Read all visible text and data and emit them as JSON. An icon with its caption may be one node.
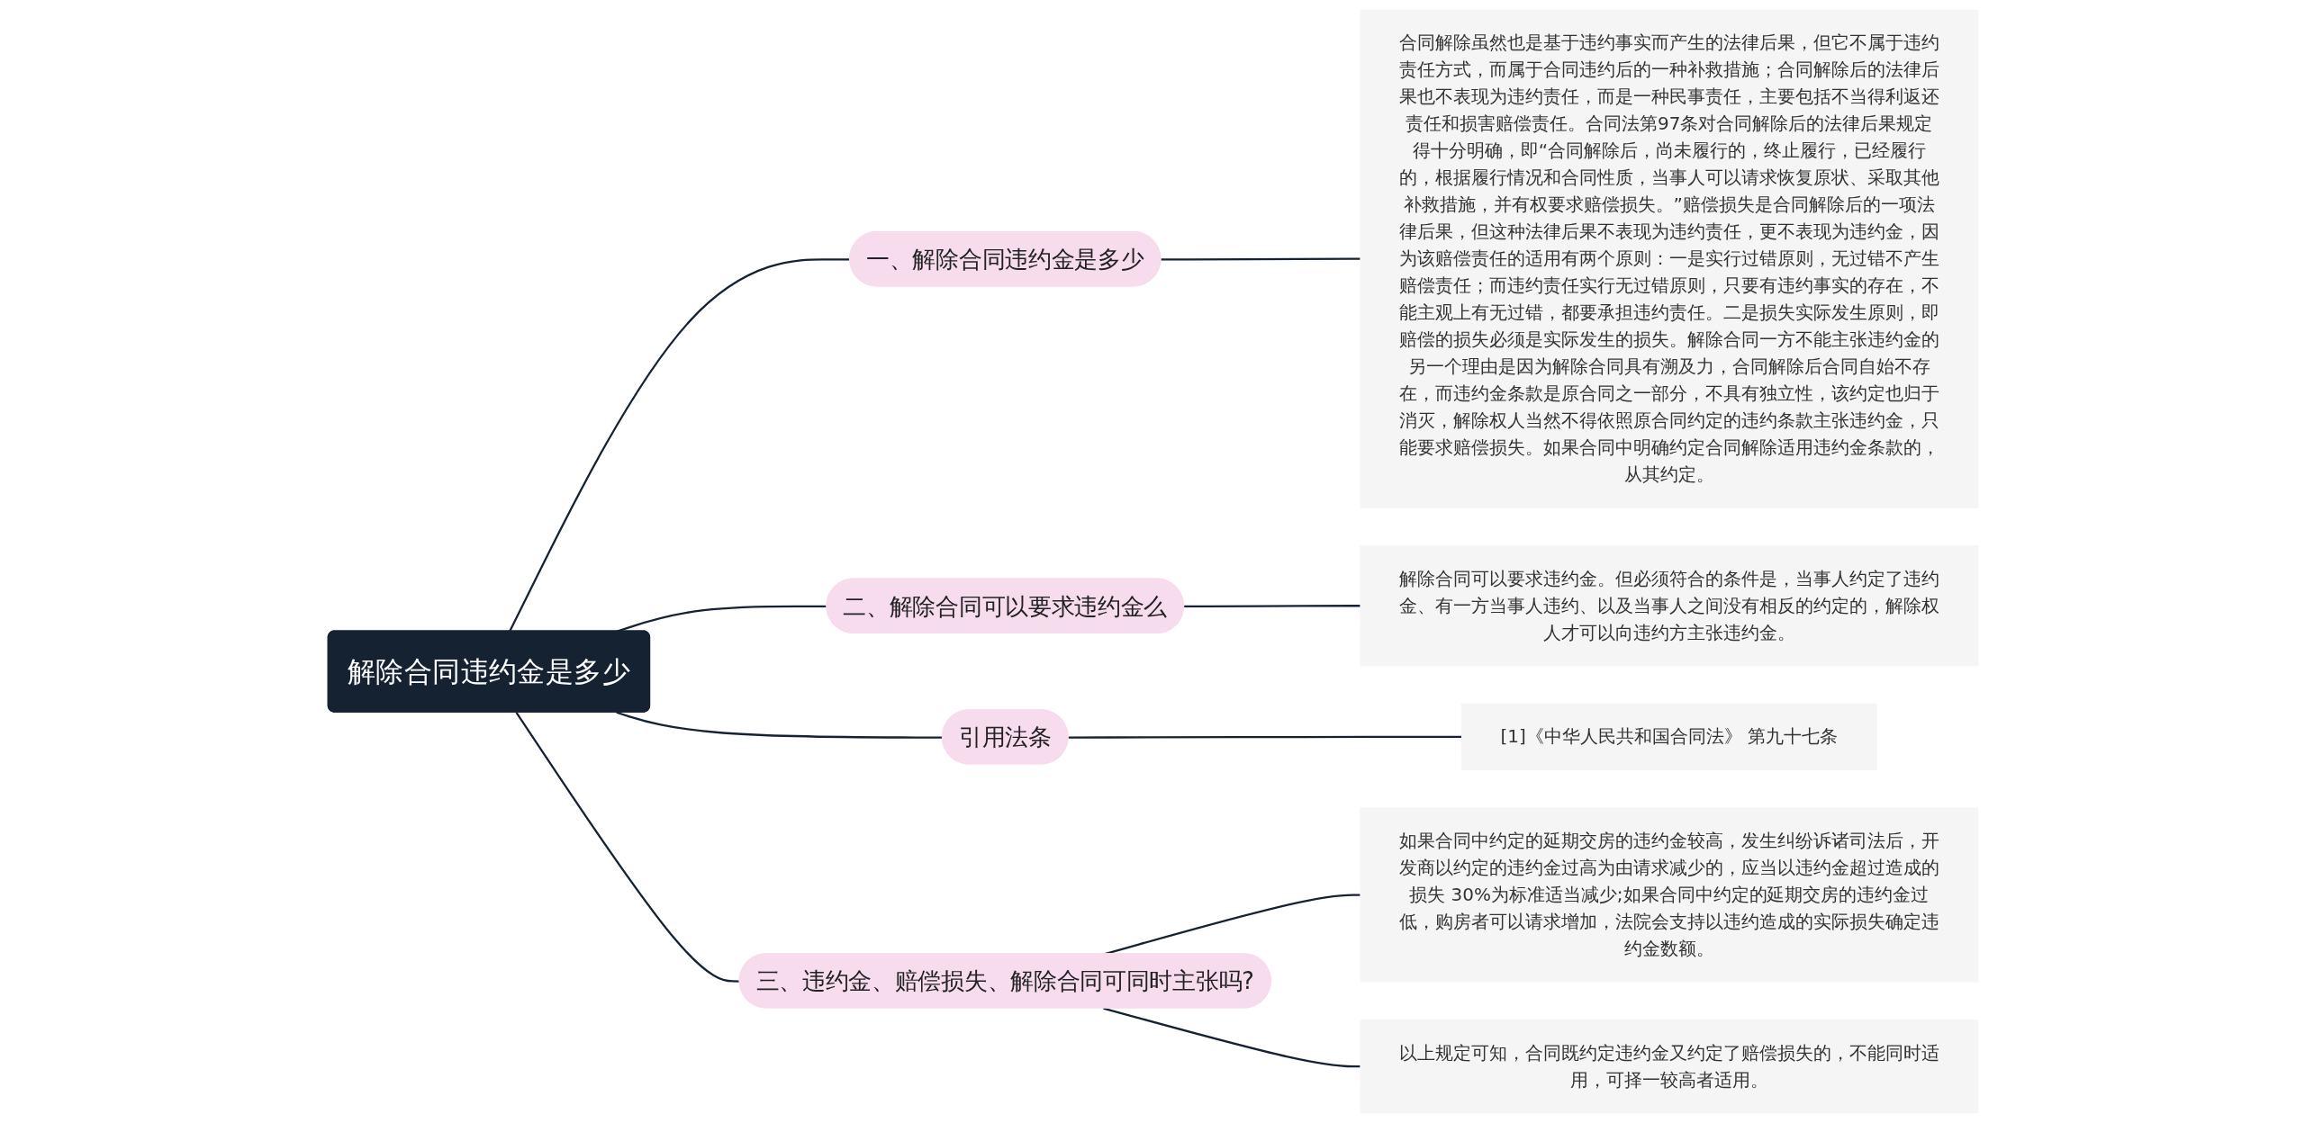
{
  "diagram": {
    "nodes": [
      {
        "text": [
          "解除合同违约金是多少"
        ]
      },
      {
        "text": [
          "一、解除合同违约金是多少"
        ]
      },
      {
        "text": [
          "合同解除虽然也是基于违约事实而产生的法律后果，但它不属于违约责任方式，而属于合同违约后的一种补救措施；合同解除后的法律后果也不表现为违约责任，而是一种民事责任，主要包括不当得利返还责任和损害赔偿责任。合同法第97条对合同解除后的法律后果规定得十分明确，即“合同解除后，尚未履行的，终止履行，已经履行的，根据履行情况和合同性质，当事人可以请求恢复原状、采取其他补救措施，并有权要求赔偿损失。”赔偿损失是合同解除后的一项法律后果，但这种法律后果不表现为违约责任，更不表现为违约金，因为该赔偿责任的适用有两个原则：一是实行过错原则，无过错不产生赔偿责任；而违约责任实行无过错原则，只要有违约事实的存在，不能主观上有无过错，都要承担违约责任。二是损失实际发生原则，即赔偿的损失必须是实际发生的损失。解除合同一方不能主张违约金的另一个理由是因为解除合同具有溯及力，合同解除后合同自始不存在，而违约金条款是原合同之一部分，不具有独立性，该约定也归于消灭，解除权人当然不得依照原合同约定的违约条款主张违约金，只能要求赔偿损失。如果合同中明确约定合同解除适用违约金条款的，从其约定。"
        ]
      },
      {
        "text": [
          "二、解除合同可以要求违约金么"
        ]
      },
      {
        "text": [
          "解除合同可以要求违约金。但必须符合的条件是，当事人约定了违约金、有一方当事人违约、以及当事人之间没有相反的约定的，解除权人才可以向违约方主张违约金。"
        ]
      },
      {
        "text": [
          "引用法条"
        ]
      },
      {
        "text": [
          "[1]《中华人民共和国合同法》 第九十七条"
        ]
      },
      {
        "text": [
          "三、违约金、赔偿损失、解除合同可同时主张吗?"
        ]
      },
      {
        "text": [
          "如果合同中约定的延期交房的违约金较高，发生纠纷诉诸司法后，开发商以约定的违约金过高为由请求减少的，应当以违约金超过造成的损失 30%为标准适当减少;如果合同中约定的延期交房的违约金过低，购房者可以请求增加，法院会支持以违约造成的实际损失确定违约金数额。"
        ]
      },
      {
        "text": [
          "以上规定可知，合同既约定违约金又约定了赔偿损失的，不能同时适用，可择一较高者适用。"
        ]
      }
    ],
    "edges": [
      {
        "from": 0,
        "to": 1,
        "arrow": "none"
      },
      {
        "from": 1,
        "to": 2,
        "arrow": "none"
      },
      {
        "from": 0,
        "to": 3,
        "arrow": "none"
      },
      {
        "from": 3,
        "to": 4,
        "arrow": "none"
      },
      {
        "from": 0,
        "to": 5,
        "arrow": "none"
      },
      {
        "from": 5,
        "to": 6,
        "arrow": "none"
      },
      {
        "from": 0,
        "to": 7,
        "arrow": "none"
      },
      {
        "from": 7,
        "to": 8,
        "arrow": "none"
      },
      {
        "from": 7,
        "to": 9,
        "arrow": "none"
      }
    ]
  }
}
